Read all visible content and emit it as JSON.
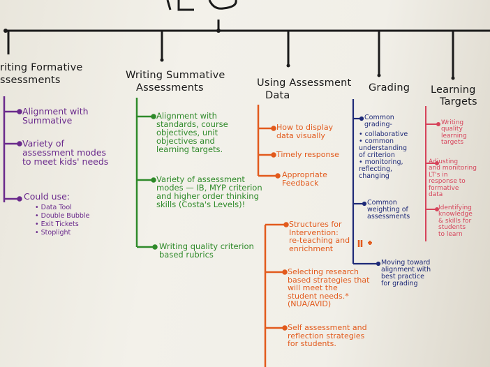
{
  "header_fragment": "PLC",
  "columns": {
    "formative": {
      "title_1": "riting Formative",
      "title_2": "ssessments",
      "items": [
        "Alignment with\nSummative",
        "Variety of\nassessment modes\nto meet kids' needs",
        "Could use:"
      ],
      "sub_items": [
        "• Data Tool",
        "• Double Bubble",
        "• Exit Tickets",
        "• Stoplight"
      ]
    },
    "summative": {
      "title_1": "Writing Summative",
      "title_2": "Assessments",
      "items": [
        "Alignment with\nstandards, course\nobjectives, unit\nobjectives and\nlearning targets.",
        "Variety of assessment\nmodes — IB, MYP criterion\nand higher order thinking\nskills (Costa's Levels)!",
        "Writing quality criterion\nbased rubrics"
      ]
    },
    "assessment_data": {
      "title_1": "Using Assessment",
      "title_2": "Data",
      "items": [
        "How to display\ndata visually",
        "Timely response",
        "Appropriate\nFeedback",
        "Structures for\nIntervention:\nre-teaching and\nenrichment",
        "Selecting research\nbased strategies that\nwill meet the\nstudent needs.*\n(NUA/AVID)",
        "Self assessment and\nreflection strategies\nfor students."
      ]
    },
    "grading": {
      "title_1": "Grading",
      "items": [
        "Common\ngrading-",
        "• collaborative\n• common\nunderstanding\nof criterion\n• monitoring,\nreflecting,\nchanging",
        "Common\nweighting of\nassessments",
        "Moving toward\nalignment with\nbest practice\nfor grading"
      ]
    },
    "learning_targets": {
      "title_1": "Learning",
      "title_2": "Targets",
      "items": [
        "Writing\nquality\nlearning\ntargets",
        "Adjusting\nand monitoring\nLT's in\nresponse to\nformative\ndata",
        "Identifying\nknowledge\n& skills for\nstudents\nto learn"
      ]
    }
  },
  "colors": {
    "black": "#1a1a1a",
    "purple": "#6a2a8c",
    "green": "#2f8a2a",
    "orange": "#e25a1c",
    "navy": "#1e2a78",
    "pink": "#d6435a"
  }
}
